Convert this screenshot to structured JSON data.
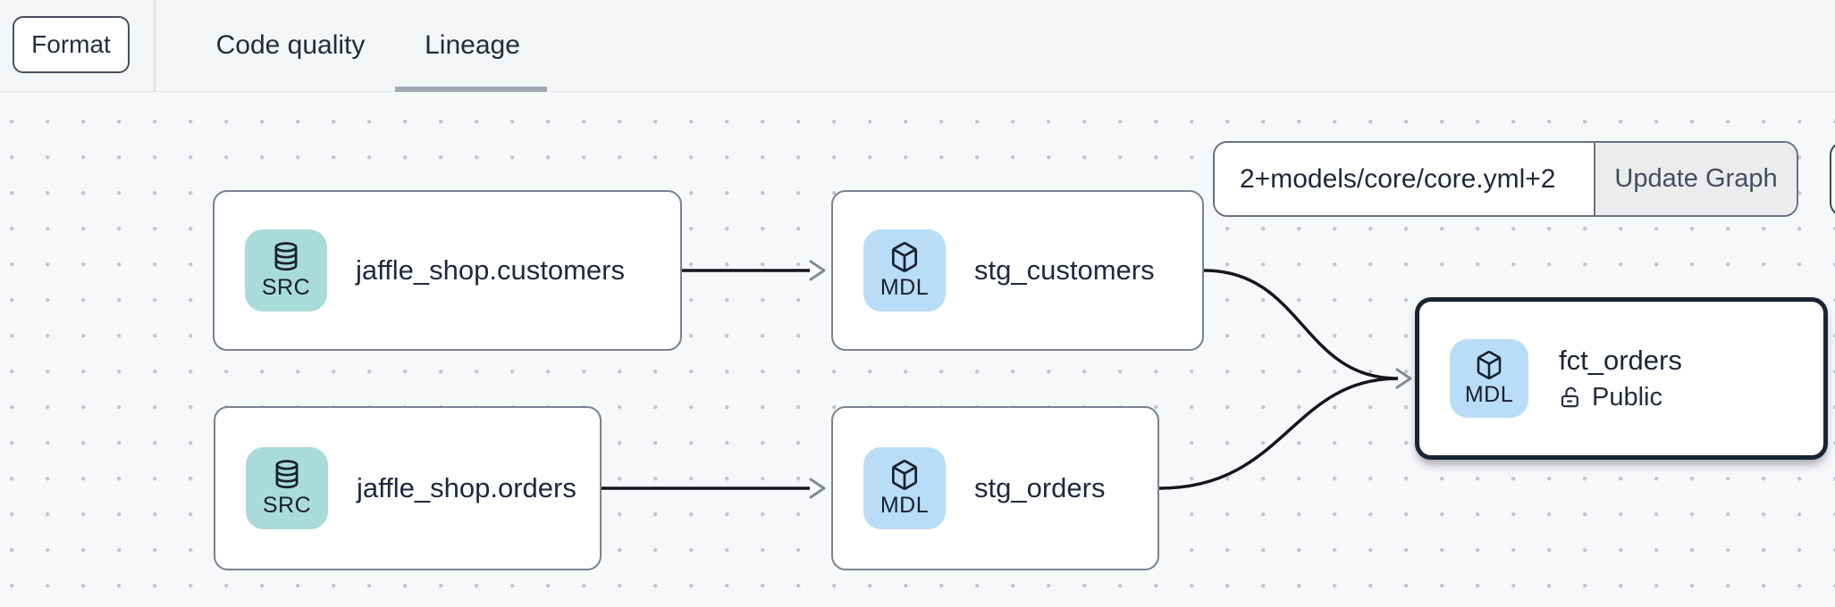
{
  "toolbar": {
    "format_button": "Format",
    "tabs": [
      {
        "label": "Code quality",
        "active": false
      },
      {
        "label": "Lineage",
        "active": true
      }
    ]
  },
  "lineage": {
    "filter_input_value": "2+models/core/core.yml+2",
    "update_button": "Update Graph",
    "nodes": [
      {
        "id": "source-jaffle-shop-customers",
        "type": "source",
        "badge": "SRC",
        "icon": "database-icon",
        "label": "jaffle_shop.customers",
        "selected": false
      },
      {
        "id": "model-stg-customers",
        "type": "model",
        "badge": "MDL",
        "icon": "cube-icon",
        "label": "stg_customers",
        "selected": false
      },
      {
        "id": "source-jaffle-shop-orders",
        "type": "source",
        "badge": "SRC",
        "icon": "database-icon",
        "label": "jaffle_shop.orders",
        "selected": false
      },
      {
        "id": "model-stg-orders",
        "type": "model",
        "badge": "MDL",
        "icon": "cube-icon",
        "label": "stg_orders",
        "selected": false
      },
      {
        "id": "model-fct-orders",
        "type": "model",
        "badge": "MDL",
        "icon": "cube-icon",
        "label": "fct_orders",
        "access": "Public",
        "access_icon": "unlock-icon",
        "selected": true
      }
    ],
    "edges": [
      {
        "from": "source-jaffle-shop-customers",
        "to": "model-stg-customers"
      },
      {
        "from": "source-jaffle-shop-orders",
        "to": "model-stg-orders"
      },
      {
        "from": "model-stg-customers",
        "to": "model-fct-orders"
      },
      {
        "from": "model-stg-orders",
        "to": "model-fct-orders"
      }
    ]
  },
  "colors": {
    "topbar_bg": "#f4f5f6",
    "canvas_bg": "#f7f8fa",
    "canvas_dot": "#c3c6cd",
    "node_border": "#7a8190",
    "selected_node_border": "#1b2433",
    "source_badge_bg": "#a9dbd8",
    "model_badge_bg": "#b9ddf6",
    "edge": "#14161c",
    "arrowhead": "#838a97",
    "tab_underline": "#a2a7b2"
  }
}
